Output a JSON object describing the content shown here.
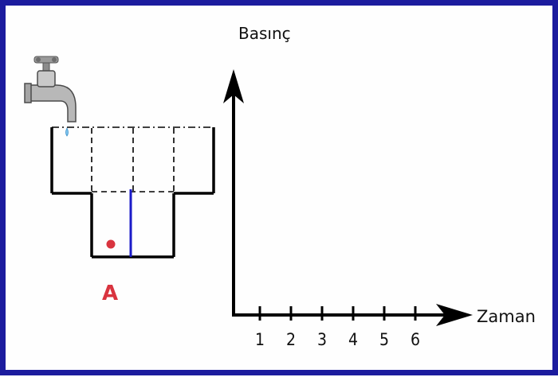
{
  "diagram": {
    "point_label": "A",
    "y_axis_label": "Basınç",
    "x_axis_label": "Zaman",
    "x_ticks": [
      "1",
      "2",
      "3",
      "4",
      "5",
      "6"
    ],
    "colors": {
      "border": "#1c1c9e",
      "marker": "#d9343f",
      "water_line": "#1a1ac8",
      "outline": "#000000"
    },
    "icons": [
      "faucet-icon"
    ]
  }
}
